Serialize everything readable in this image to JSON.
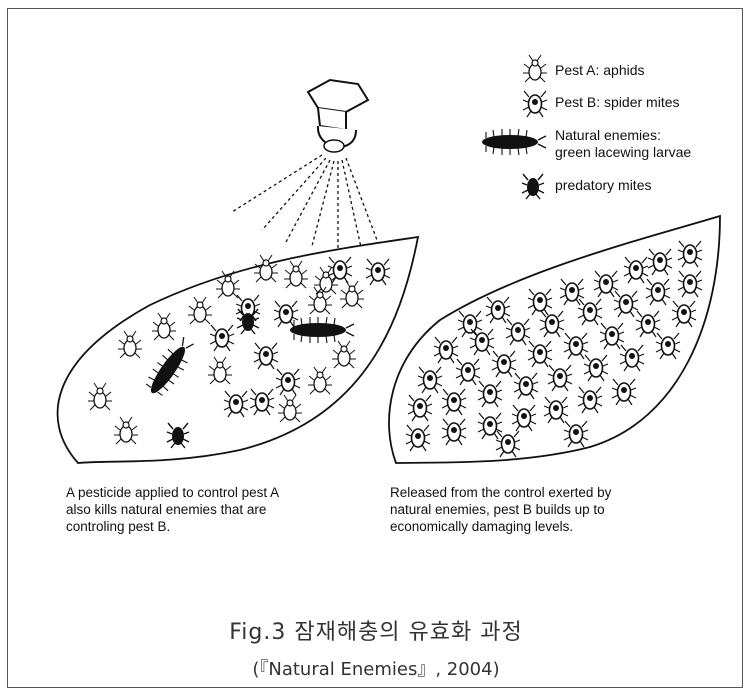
{
  "legend": {
    "pest_a": "Pest A: aphids",
    "pest_b": "Pest B: spider mites",
    "natural_enemies_1": "Natural enemies:",
    "natural_enemies_2": "green lacewing larvae",
    "predatory": "predatory mites"
  },
  "captions": {
    "left": "A pesticide applied to control pest A\nalso kills natural enemies that are\ncontroling pest B.",
    "right": "Released from the control exerted by\nnatural enemies, pest B builds up to\neconomically damaging levels."
  },
  "figure": {
    "title": "Fig.3 잠재해충의 유효화 과정",
    "source": "(『Natural Enemies』, 2004)"
  },
  "colors": {
    "ink": "#111111",
    "caption_text": "#333333",
    "frame": "#555555"
  }
}
